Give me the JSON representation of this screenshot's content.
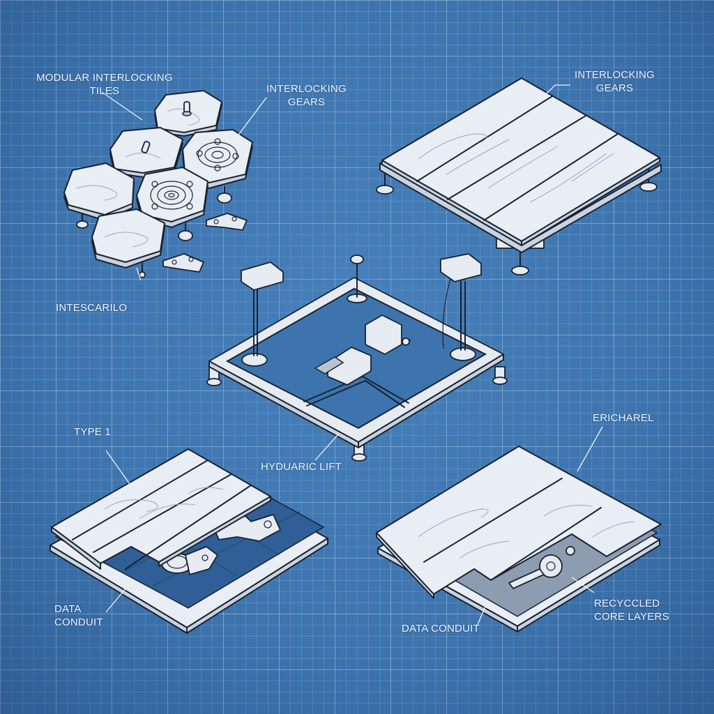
{
  "diagram": {
    "style": "blueprint",
    "colors": {
      "background": "#3d74ae",
      "grid_line": "#7ea4cf",
      "label_text": "#eef4fb",
      "component_fill": "#e9eef5",
      "outline": "#1a2230"
    },
    "panels": [
      {
        "id": "hex-tiles",
        "description": "Cluster of hexagonal wood-grain tiles with adjustable feet and clips",
        "labels": [
          "MODULAR INTERLOCKING",
          "TILES",
          "INTERLOCKING",
          "GEARS",
          "INTESCARILO"
        ]
      },
      {
        "id": "plank-platform",
        "description": "Raised square platform of four wood planks on adjustable pedestals",
        "labels": [
          "INTERLOCKING",
          "GEARS"
        ]
      },
      {
        "id": "lift-frame",
        "description": "Square rectangular frame with corner feet, two sensor posts, threaded rod and central actuator",
        "labels": [
          "HYDUARIC LIFT"
        ]
      },
      {
        "id": "type1-tile",
        "description": "Layered plank tile with cut-away revealing gear mechanism over grid base",
        "labels": [
          "TYPE 1",
          "DATA",
          "CONDUIT"
        ]
      },
      {
        "id": "recycled-core-tile",
        "description": "Layered plank tile with cut-away revealing recycled core layers and gear",
        "labels": [
          "ERICHAREL",
          "RECYCCLED",
          "CORE LAYERS",
          "DATA CONDUIT"
        ]
      }
    ]
  },
  "labels": {
    "modular_tiles": {
      "line1": "MODULAR INTERLOCKING",
      "line2": "TILES"
    },
    "gears_left": {
      "line1": "INTERLOCKING",
      "line2": "GEARS"
    },
    "gears_right": {
      "line1": "INTERLOCKING",
      "line2": "GEARS"
    },
    "intescarilo": "INTESCARILO",
    "type1": "TYPE 1",
    "hydraulic_lift": "HYDUARIC LIFT",
    "ericharel": "ERICHAREL",
    "data_conduit_left": {
      "line1": "DATA",
      "line2": "CONDUIT"
    },
    "data_conduit_right": "DATA CONDUIT",
    "recycled_core": {
      "line1": "RECYCCLED",
      "line2": "CORE LAYERS"
    }
  }
}
